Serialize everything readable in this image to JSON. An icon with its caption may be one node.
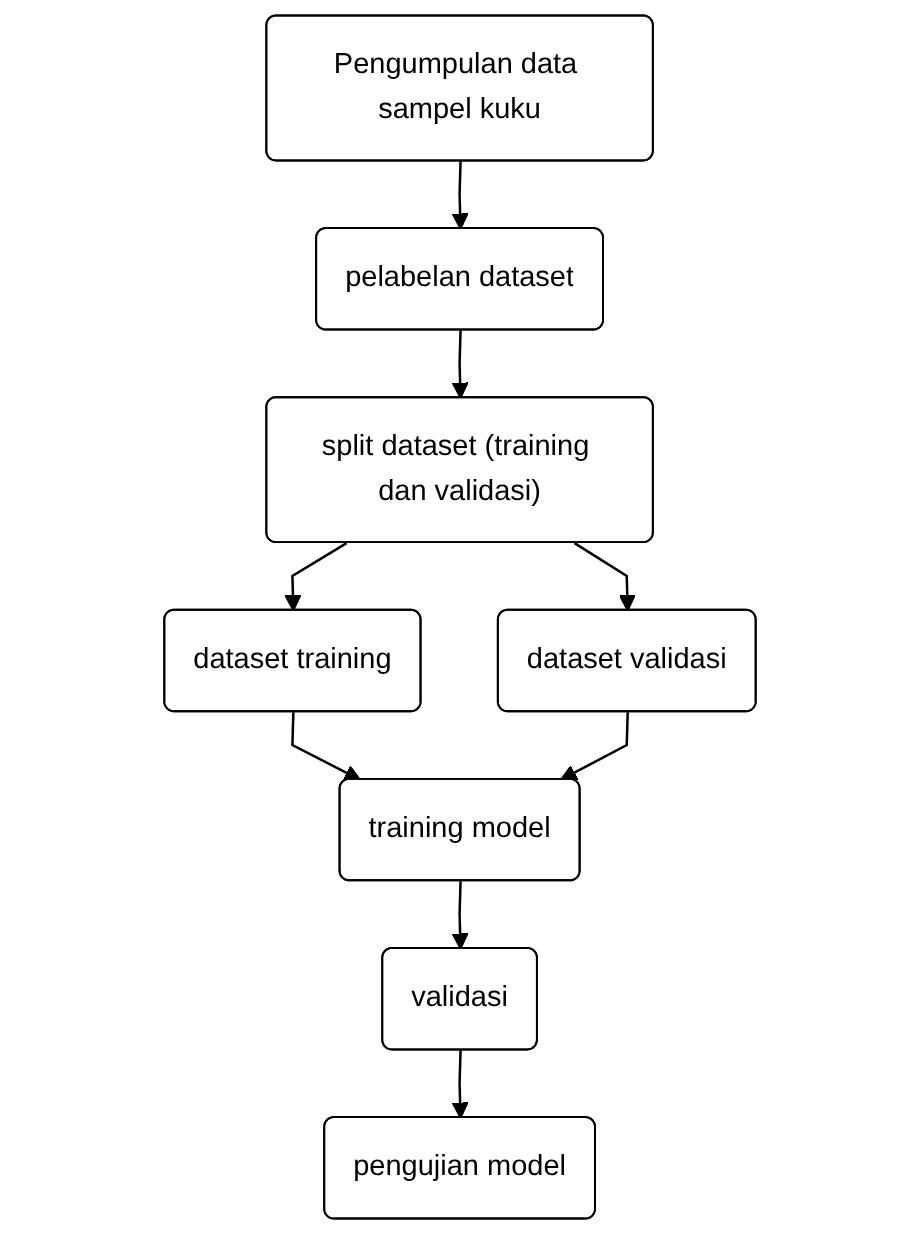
{
  "diagram": {
    "nodes": [
      {
        "text": [
          "Pengumpulan data sampel kuku"
        ]
      },
      {
        "text": [
          "pelabelan dataset"
        ]
      },
      {
        "text": [
          "split dataset (training dan validasi)"
        ]
      },
      {
        "text": [
          "dataset training"
        ]
      },
      {
        "text": [
          "dataset validasi"
        ]
      },
      {
        "text": [
          "training model"
        ]
      },
      {
        "text": [
          "validasi"
        ]
      },
      {
        "text": [
          "pengujian model"
        ]
      }
    ],
    "edges": [
      {
        "from": 0,
        "to": 1,
        "arrow": "to"
      },
      {
        "from": 1,
        "to": 2,
        "arrow": "to"
      },
      {
        "from": 2,
        "to": 3,
        "arrow": "to"
      },
      {
        "from": 2,
        "to": 4,
        "arrow": "to"
      },
      {
        "from": 3,
        "to": 5,
        "arrow": "to"
      },
      {
        "from": 4,
        "to": 5,
        "arrow": "to"
      },
      {
        "from": 5,
        "to": 6,
        "arrow": "to"
      },
      {
        "from": 6,
        "to": 7,
        "arrow": "to"
      }
    ]
  }
}
